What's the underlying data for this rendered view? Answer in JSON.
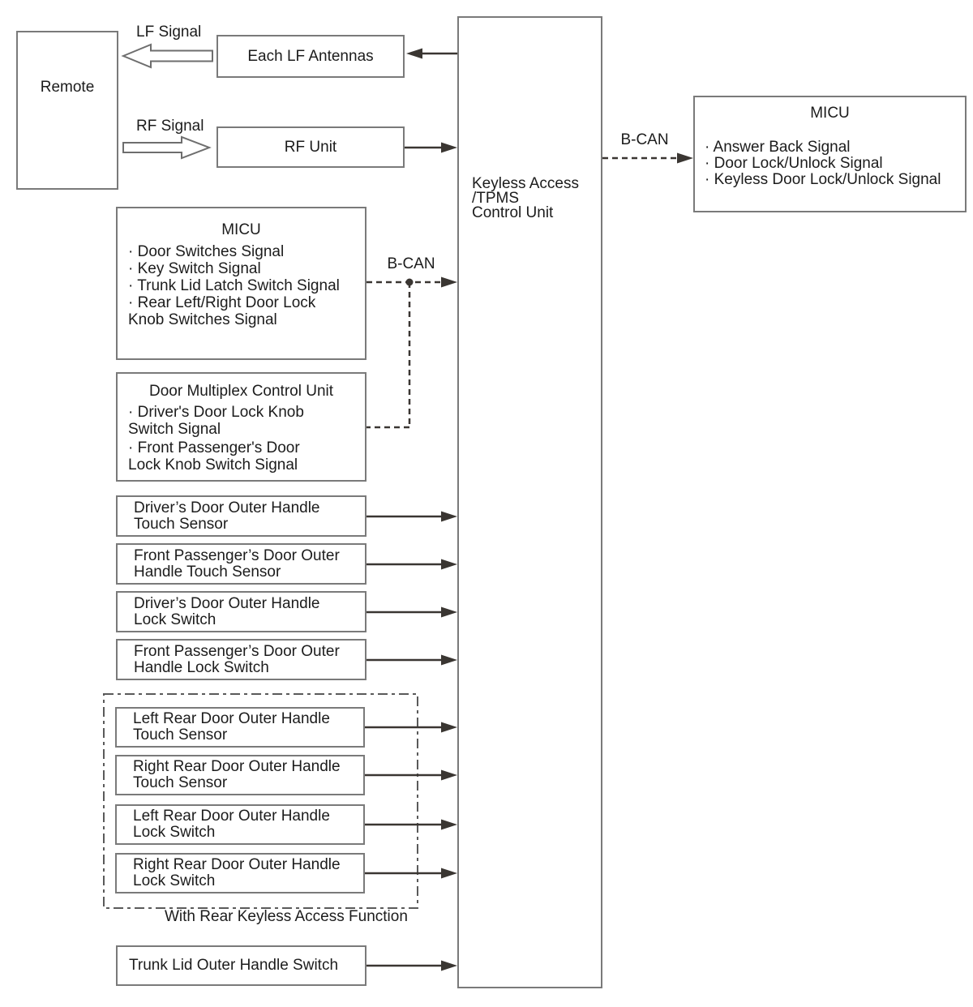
{
  "nodes": {
    "remote": {
      "label": "Remote"
    },
    "each_lf_antennas": {
      "label": "Each LF Antennas"
    },
    "rf_unit": {
      "label": "RF Unit"
    },
    "control_unit": {
      "label": "Keyless Access\n/TPMS\nControl Unit"
    },
    "micu_out": {
      "title": "MICU",
      "body": "· Answer Back Signal\n· Door Lock/Unlock Signal\n· Keyless Door Lock/Unlock Signal"
    },
    "micu_in": {
      "title": "MICU",
      "body": "· Door Switches Signal\n· Key Switch Signal\n· Trunk Lid Latch Switch Signal\n· Rear Left/Right Door Lock\nKnob Switches Signal"
    },
    "door_multiplex": {
      "title": "Door Multiplex Control Unit",
      "item1": "· Driver's Door Lock Knob\nSwitch Signal",
      "item2": "· Front Passenger's Door\nLock Knob Switch Signal"
    },
    "front_inputs": [
      {
        "label": "Driver’s Door Outer Handle\nTouch Sensor"
      },
      {
        "label": "Front Passenger’s Door Outer\nHandle Touch Sensor"
      },
      {
        "label": "Driver’s Door Outer Handle\nLock Switch"
      },
      {
        "label": "Front Passenger’s Door Outer\nHandle Lock Switch"
      }
    ],
    "rear_inputs": [
      {
        "label": "Left Rear Door Outer Handle\nTouch Sensor"
      },
      {
        "label": "Right Rear Door Outer Handle\nTouch Sensor"
      },
      {
        "label": "Left Rear Door Outer Handle\nLock Switch"
      },
      {
        "label": "Right Rear Door Outer Handle\nLock Switch"
      }
    ],
    "rear_group_caption": "With Rear Keyless Access Function",
    "trunk_switch": {
      "label": "Trunk Lid Outer Handle Switch"
    }
  },
  "edge_labels": {
    "lf_signal": "LF Signal",
    "rf_signal": "RF Signal",
    "b_can_in": "B-CAN",
    "b_can_out": "B-CAN"
  },
  "colors": {
    "line": "#3a3632",
    "box_border": "#7a7a7a",
    "text": "#1c1c1c",
    "background": "#ffffff"
  }
}
